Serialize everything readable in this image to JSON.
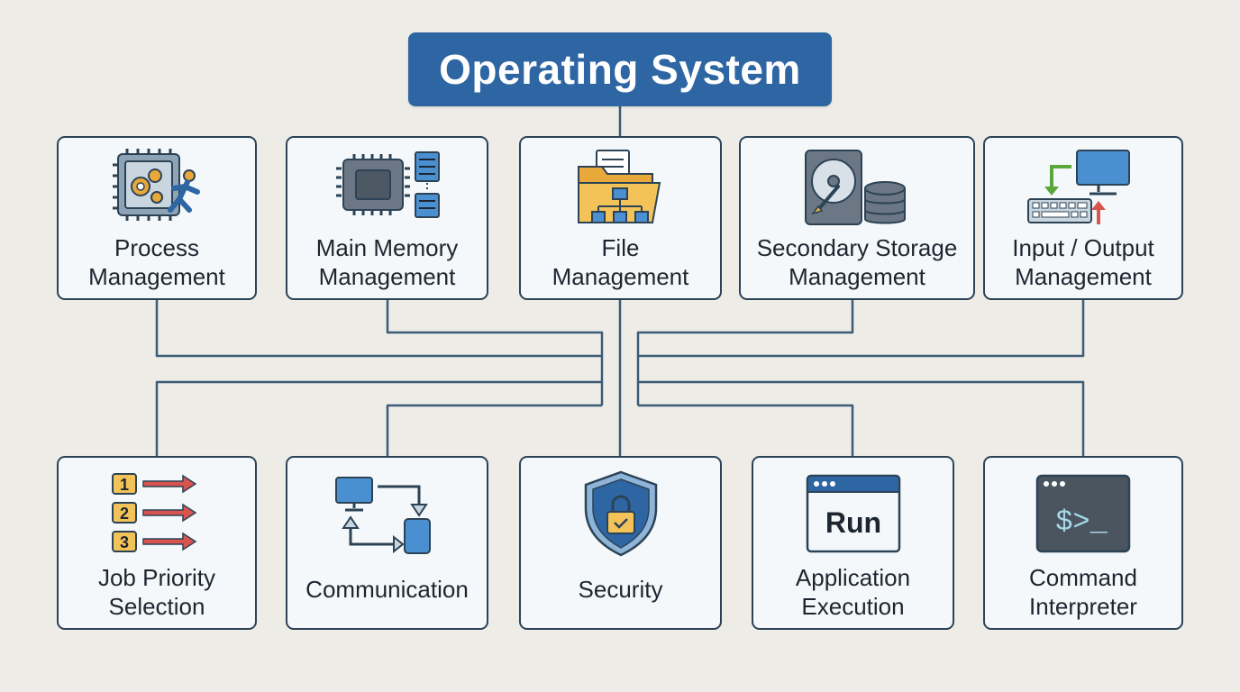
{
  "title": "Operating System",
  "colors": {
    "title_bg": "#2e66a3",
    "border": "#2c4356",
    "line": "#3b5b78",
    "background": "#eeece6",
    "card": "#f5f8fa"
  },
  "top_row": [
    {
      "line1": "Process",
      "line2": "Management",
      "icon": "cpu-gears-runner-icon"
    },
    {
      "line1": "Main Memory",
      "line2": "Management",
      "icon": "memory-chip-icon"
    },
    {
      "line1": "File",
      "line2": "Management",
      "icon": "folder-hierarchy-icon"
    },
    {
      "line1": "Secondary Storage",
      "line2": "Management",
      "icon": "hard-disk-database-icon"
    },
    {
      "line1": "Input / Output",
      "line2": "Management",
      "icon": "keyboard-monitor-icon"
    }
  ],
  "bottom_row": [
    {
      "line1": "Job Priority",
      "line2": "Selection",
      "icon": "priority-list-icon",
      "badges": [
        "1",
        "2",
        "3"
      ]
    },
    {
      "line1": "Communication",
      "line2": "",
      "icon": "devices-exchange-icon"
    },
    {
      "line1": "Security",
      "line2": "",
      "icon": "shield-lock-icon"
    },
    {
      "line1": "Application",
      "line2": "Execution",
      "icon": "run-window-icon",
      "run_label": "Run"
    },
    {
      "line1": "Command",
      "line2": "Interpreter",
      "icon": "terminal-icon",
      "prompt": "$>_"
    }
  ]
}
